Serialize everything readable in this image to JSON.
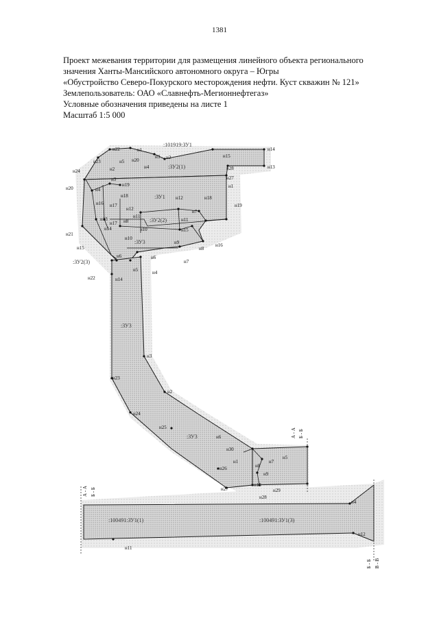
{
  "page_number": "1381",
  "header": {
    "line1": "Проект межевания территории для размещения линейного объекта регионального",
    "line2": "значения Ханты-Мансийского автономного округа – Югры",
    "line3": "«Обустройство Северо-Покурского месторождения нефти. Куст скважин № 121»",
    "line4": "Землепользователь: ОАО «Славнефть-Мегионнефтегаз»",
    "line5": "Условные обозначения приведены на листе 1",
    "line6": "Масштаб 1:5 000"
  },
  "parcels": {
    "cadastral_top": ":101919:ЗУ1",
    "zu2_1": ":ЗУ2(1)",
    "zu1": ":ЗУ1",
    "zu2_2": ":ЗУ2(2)",
    "zu3_a": ":ЗУ3",
    "zu2_3": ":ЗУ2(3)",
    "zu3_b": ":ЗУ3",
    "zu3_c": ":ЗУ3",
    "lower_left": ":100491:ЗУ1(1)",
    "lower_right": ":100491:ЗУ1(3)"
  },
  "sections": {
    "aa": "А - А",
    "bb": "Б - Б",
    "aa_left": "А - А",
    "bb_left": "Б - Б",
    "bb_right": "Б - Б",
    "vv_right": "В - В"
  },
  "points": {
    "p_n22": "н22",
    "p_n1a": "н1",
    "p_n5a": "н5",
    "p_n20a": "н20",
    "p_n3a": "н3",
    "p_n2a": "н2",
    "p_n4a": "н4",
    "p_n14a": "н14",
    "p_n15a": "н15",
    "p_n28a": "н28",
    "p_n13a": "н13",
    "p_n24a": "н24",
    "p_n23a": "н23",
    "p_n2b": "н2",
    "p_n27a": "н27",
    "p_n1b": "н1",
    "p_n20b": "н20",
    "p_n3b": "н3",
    "p_n19a": "н19",
    "p_n4b": "н4",
    "p_n18a": "н18",
    "p_n12a": "н12",
    "p_n18b": "н18",
    "p_n19b": "н19",
    "p_n16a": "н16",
    "p_n17a": "н17",
    "p_n12b": "н12",
    "p_n11a": "н11",
    "p_n7a": "н7",
    "p_n11b": "н11",
    "p_n13b": "н13",
    "p_n17b": "н17",
    "p_n8a": "н8",
    "p_n10a": "н10",
    "p_n15b": "н15",
    "p_n21a": "н21",
    "p_n14b": "н14",
    "p_n10b": "н10",
    "p_n9a": "н9",
    "p_n8b": "н8",
    "p_n16b": "н16",
    "p_n15c": "н15",
    "p_n6a": "н6",
    "p_n6b": "н6",
    "p_n7b": "н7",
    "p_n5b": "н5",
    "p_n4c": "н4",
    "p_n22b": "н22",
    "p_n14c": "н14",
    "p_n3c": "н3",
    "p_n2c": "н2",
    "p_n23b": "н23",
    "p_n24b": "н24",
    "p_n25a": "н25",
    "p_n6c": "н6",
    "p_n30a": "н30",
    "p_n5c": "н5",
    "p_n1c": "н1",
    "p_n7c": "н7",
    "p_n8c": "н8",
    "p_n26a": "н26",
    "p_n9b": "н9",
    "p_n10c": "н10",
    "p_n27b": "н27",
    "p_n29a": "н29",
    "p_n28b": "н28",
    "p_n4d": "н4",
    "p_n11c": "н11",
    "p_n12c": "н12"
  }
}
